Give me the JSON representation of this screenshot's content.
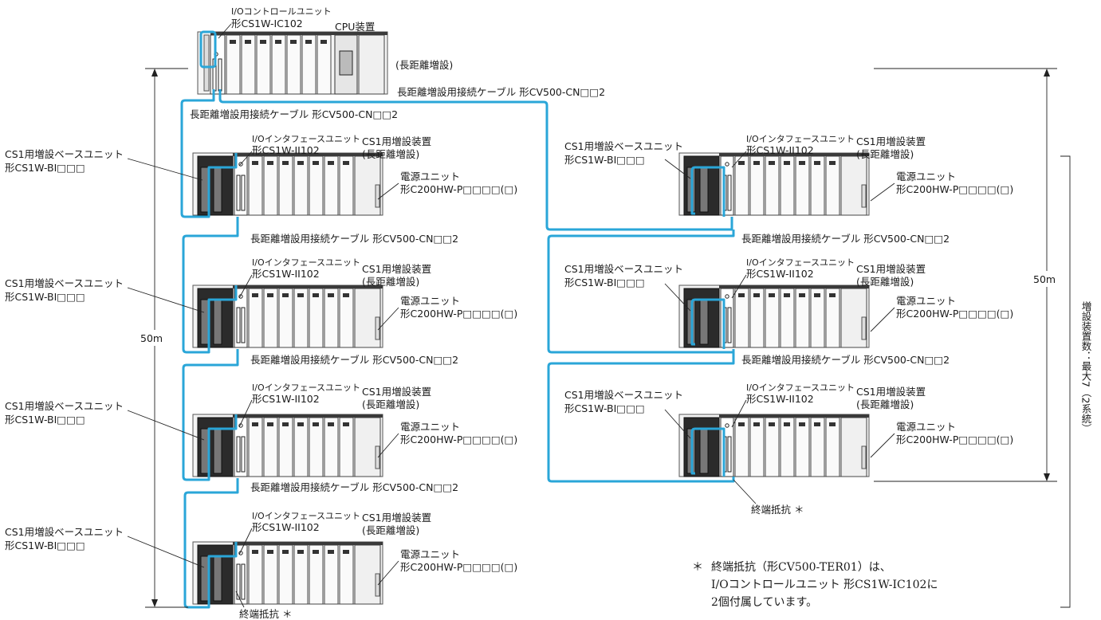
{
  "cpu_rack": {
    "io_control_unit_label": "I/Oコントロールユニット",
    "io_control_unit_model": "形CS1W-IC102",
    "cpu_label": "CPU装置",
    "long_distance_label": "(長距離増設)"
  },
  "cable": {
    "label": "長距離増設用接続ケーブル 形CV500-CN□□2"
  },
  "expansion_rack": {
    "base_unit_label": "CS1用増設ベースユニット",
    "base_unit_model": "形CS1W-BI□□□",
    "interface_label": "I/Oインタフェースユニット",
    "interface_model": "形CS1W-II102",
    "rack_label": "CS1用増設装置",
    "rack_sub": "(長距離増設)",
    "power_label": "電源ユニット",
    "power_model": "形C200HW-P□□□□(□)"
  },
  "terminator_label": "終端抵抗 ＊",
  "dimension_left": "50m",
  "dimension_right": "50m",
  "vertical_note": "増設装置数：最大7（2系統）",
  "footnote": {
    "mark": "＊",
    "line1": "終端抵抗（形CV500-TER01）は、",
    "line2": "I/Oコントロールユニット 形CS1W-IC102に",
    "line3": "2個付属しています。"
  },
  "colors": {
    "cable": "#2aa6d8",
    "rack_body": "#f2f2f2",
    "dark_unit": "#2b2b2b"
  }
}
